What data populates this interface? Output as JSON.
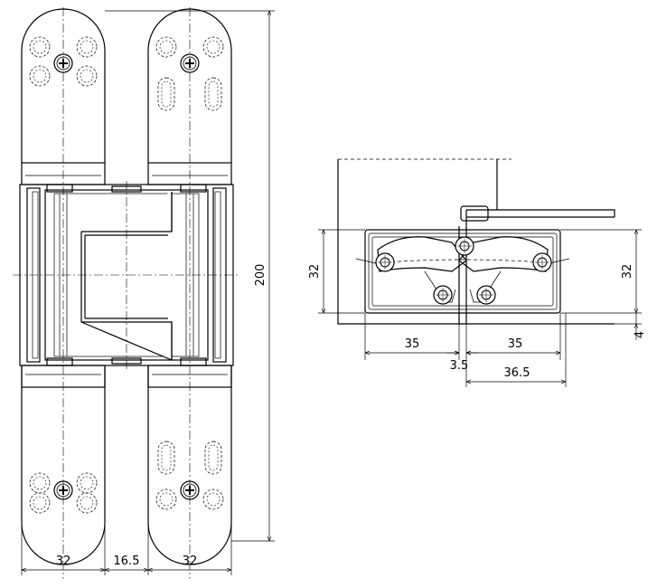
{
  "drawing": {
    "front_view": {
      "dim_height": "200",
      "dim_leaf_left": "32",
      "dim_gap": "16.5",
      "dim_leaf_right": "32"
    },
    "section_view": {
      "dim_height_left": "32",
      "dim_height_right": "32",
      "dim_offset": "4",
      "dim_left_35": "35",
      "dim_right_35": "35",
      "dim_center": "3.5",
      "dim_36_5": "36.5"
    }
  }
}
